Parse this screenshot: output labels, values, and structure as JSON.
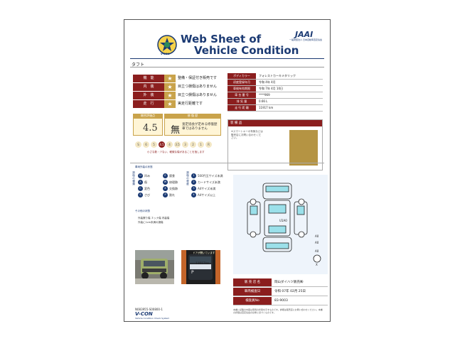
{
  "header": {
    "title_line1": "Web Sheet of",
    "title_line2": "Vehicle Condition",
    "badge_text": "V-CON",
    "org_logo": "JAAI",
    "org_sub": "一般財団法人 日本自動車査定協会"
  },
  "vehicle_name": "タフト",
  "status_rows": [
    {
      "label": "機　能",
      "star": "★",
      "text": "整備・保証付き販売です"
    },
    {
      "label": "内　装",
      "star": "★",
      "text": "目立つ損傷はありません"
    },
    {
      "label": "外　装",
      "star": "★",
      "text": "目立つ損傷はありません"
    },
    {
      "label": "走　行",
      "star": "★",
      "text": "実走行距離です"
    }
  ],
  "specs": [
    {
      "key": "ボディカラー",
      "value": "フォレストカーキメタリック"
    },
    {
      "key": "初度登録年月",
      "value": "令和 4年  4月"
    },
    {
      "key": "車検有効期限",
      "value": "令和 7年  4月 10日"
    },
    {
      "key": "車 台 番 号",
      "value": "****969"
    },
    {
      "key": "排 気 量",
      "value": "0.66 L"
    },
    {
      "key": "走 行 距 離",
      "value": "11917 km"
    }
  ],
  "evaluation": {
    "score_head": "総合評価点",
    "history_head": "修 復 歴",
    "score": "4.5",
    "history_mark": "無",
    "history_text": "査定協会が定める修復歴車ではありません",
    "scale": [
      "S",
      "6",
      "5",
      "4.5",
      "4",
      "3.5",
      "3",
      "2",
      "1",
      "R"
    ],
    "scale_active": "4.5",
    "note": "小さな数・少ない、軽微な傷があることを指します"
  },
  "remarks": {
    "heading": "装 備 品",
    "text": "※スマートキーの有無などは販売店にお問い合わせください。"
  },
  "legend": {
    "title": "車両外装の状態",
    "vert_left": "損傷の種類",
    "vert_right": "損傷の程度",
    "items_left": [
      {
        "code": "U",
        "label": "凹み"
      },
      {
        "code": "A",
        "label": "傷"
      },
      {
        "code": "C",
        "label": "変色"
      },
      {
        "code": "S",
        "label": "さび"
      }
    ],
    "items_mid": [
      {
        "code": "E",
        "label": "腐食"
      },
      {
        "code": "W",
        "label": "修理跡"
      },
      {
        "code": "X",
        "label": "交換跡"
      },
      {
        "code": "P",
        "label": "割れ"
      }
    ],
    "items_right": [
      {
        "code": "1",
        "label": "500円玉サイズ未満"
      },
      {
        "code": "2",
        "label": "カードサイズ未満"
      },
      {
        "code": "3",
        "label": "A4サイズ未満"
      },
      {
        "code": "4",
        "label": "A4サイズ以上"
      }
    ]
  },
  "comments": {
    "title": "その他の状態",
    "line1": "外装擦り傷 ３ッナ傷 内装傷",
    "line2": "外装に1cm未満の損傷"
  },
  "photos": {
    "dash_label": "ドアが開いています",
    "odo": "11917km"
  },
  "diagram": {
    "tags": [
      "U1A0",
      "A0",
      "A0",
      "A0",
      "X"
    ]
  },
  "dealer": [
    {
      "key": "販 売 店 名",
      "value": "岡山ダイハツ販売㈱"
    },
    {
      "key": "車両検査日",
      "value": "令和 07年 02月 25日"
    },
    {
      "key": "検査員No",
      "value": "83-9003"
    }
  ],
  "footer": {
    "number": "N083955-S00800-1",
    "logo": "V-CON",
    "system": "Vehicle Condition Check System",
    "note": "本書に記載の内容は車両の状態を示すものです。詳細は販売店にお問い合わせください。本書の評価は査定協会の基準に基づくものです。"
  },
  "colors": {
    "accent": "#8b1e1e",
    "gold": "#c9a34b",
    "navy": "#1b3a73"
  }
}
